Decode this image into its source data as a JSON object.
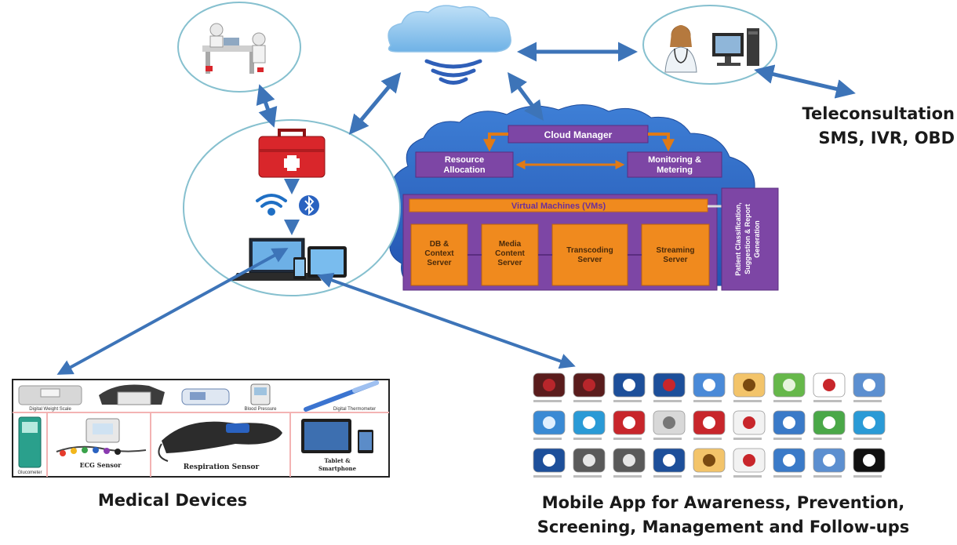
{
  "captions": {
    "teleconsultation_line1": "Teleconsultation",
    "teleconsultation_line2": "SMS, IVR, OBD",
    "medical_devices": "Medical Devices",
    "mobile_app_line1": "Mobile App for Awareness, Prevention,",
    "mobile_app_line2": "Screening, Management and Follow-ups"
  },
  "cloud_system": {
    "cloud_manager": "Cloud Manager",
    "resource_line1": "Resource",
    "resource_line2": "Allocation",
    "monitoring_line1": "Monitoring &",
    "monitoring_line2": "Metering",
    "vms": "Virtual Machines (VMs)",
    "servers": [
      {
        "line1": "DB &",
        "line2": "Context",
        "line3": "Server"
      },
      {
        "line1": "Media",
        "line2": "Content",
        "line3": "Server"
      },
      {
        "line1": "Transcoding",
        "line2": "Server",
        "line3": ""
      },
      {
        "line1": "Streaming",
        "line2": "Server",
        "line3": ""
      }
    ],
    "side_panel_line1": "Patient Classification,",
    "side_panel_line2": "Suggestion & Report",
    "side_panel_line3": "Generation"
  },
  "device_labels": {
    "weight": "Digital Weight Scale",
    "bp": "Blood Pressure",
    "thermo": "Digital Thermometer",
    "ecg": "ECG Sensor",
    "resp": "Respiration Sensor",
    "tablet_line1": "Tablet &",
    "tablet_line2": "Smartphone",
    "glucose": "Glucometer"
  },
  "colors": {
    "arrow": "#3d74b8",
    "circle_stroke": "#86c0cf",
    "cloud_blue": "#2f67c4",
    "purple_box": "#7d46a5",
    "orange_box": "#f08a1e",
    "first_aid_red": "#d9262b"
  }
}
